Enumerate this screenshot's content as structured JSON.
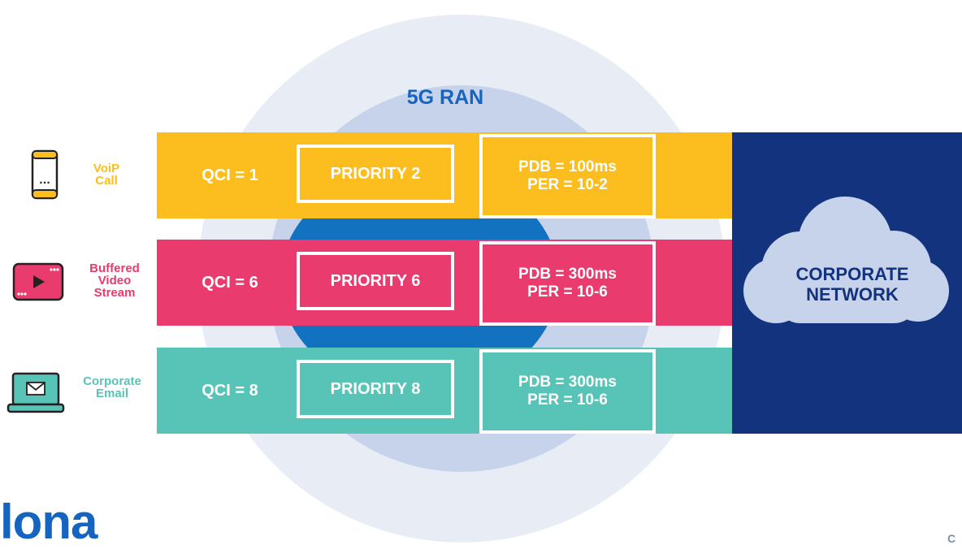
{
  "diagram": {
    "ran_label": "5G RAN",
    "services": [
      {
        "label": "VoiP Call",
        "qci": "QCI = 1",
        "priority": "PRIORITY 2",
        "pdb": "PDB = 100ms",
        "per": "PER = 10-2",
        "color": "#fcbe1f",
        "icon": "phone-icon"
      },
      {
        "label": "Buffered Video Stream",
        "qci": "QCI = 6",
        "priority": "PRIORITY 6",
        "pdb": "PDB = 300ms",
        "per": "PER = 10-6",
        "color": "#e93b6d",
        "icon": "video-player-icon"
      },
      {
        "label": "Corporate Email",
        "qci": "QCI = 8",
        "priority": "PRIORITY 8",
        "pdb": "PDB = 300ms",
        "per": "PER = 10-6",
        "color": "#58c4b8",
        "icon": "laptop-email-icon"
      }
    ],
    "corporate_network": {
      "line1": "CORPORATE",
      "line2": "NETWORK",
      "panel_color": "#14337f",
      "icon": "cloud-icon"
    }
  },
  "branding": {
    "logo": "lona",
    "corner_text": "C"
  }
}
